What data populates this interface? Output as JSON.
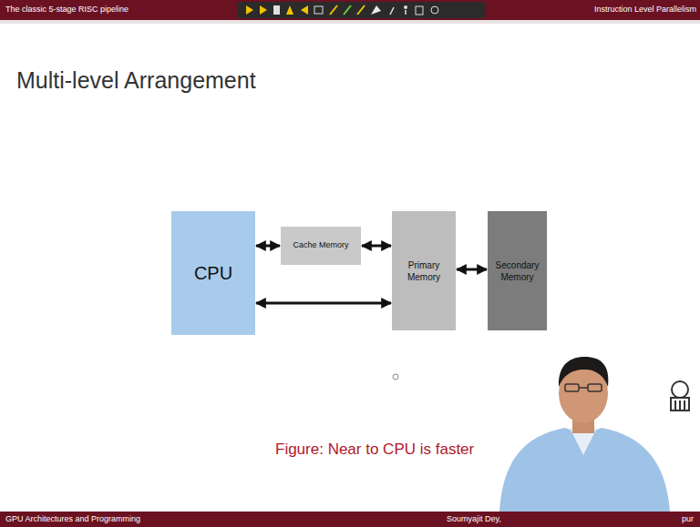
{
  "diagram": {
    "title": "Multi-level Arrangement",
    "caption": "Figure: Near to CPU is faster",
    "nodes": [
      {
        "text": [
          "CPU"
        ]
      },
      {
        "text": [
          "Cache Memory"
        ]
      },
      {
        "text": [
          "Primary Memory"
        ]
      },
      {
        "text": [
          "Secondary Memory"
        ]
      }
    ],
    "edges": [
      {
        "from": 0,
        "to": 1,
        "arrow": "both"
      },
      {
        "from": 1,
        "to": 2,
        "arrow": "both"
      },
      {
        "from": 0,
        "to": 2,
        "arrow": "both"
      },
      {
        "from": 2,
        "to": 3,
        "arrow": "both"
      }
    ],
    "labels": [
      "The classic 5-stage RISC pipeline",
      "Instruction Level Parallelism",
      "GPU Architectures and Programming",
      "Soumyajit Dey,",
      "pur"
    ]
  }
}
